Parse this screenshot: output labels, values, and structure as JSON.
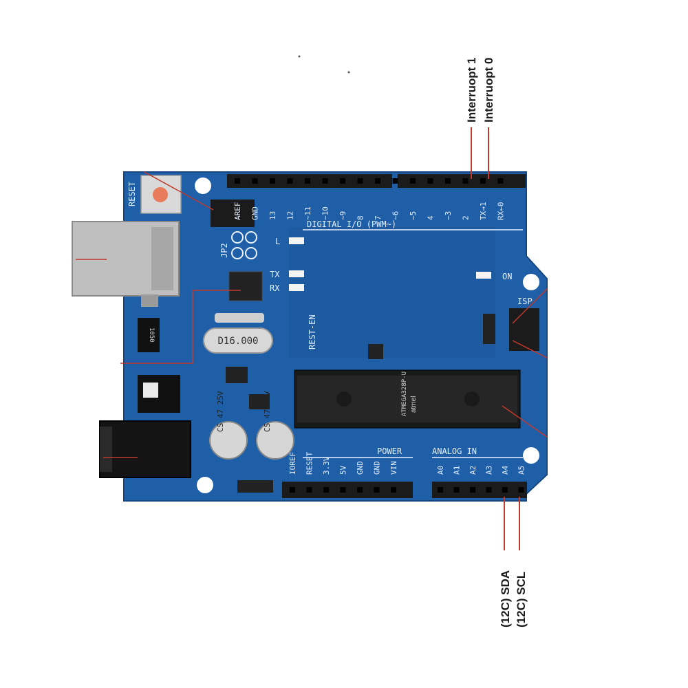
{
  "callouts": {
    "interrupt1": "Interruopt 1",
    "interrupt0": "Interruopt 0",
    "sda": "(12C) SDA",
    "scl": "(12C) SCL"
  },
  "board": {
    "reset_label": "RESET",
    "jp2_label": "JP2",
    "l_label": "L",
    "tx_label": "TX",
    "rx_label": "RX",
    "on_label": "ON",
    "isp_label": "ISP",
    "crystal_label": "D16.000",
    "regulator_label": "1050",
    "reset_en_label": "REST-EN",
    "digital_header_label": "DIGITAL I/O (PWM~)",
    "power_label": "POWER",
    "analog_label": "ANALOG IN",
    "capacitor_label_1": "CS 47 25V",
    "capacitor_label_2": "CS 47 25V",
    "chip_brand": "atmel",
    "chip_text": "ATMEGA328P-U"
  },
  "digital_pins": [
    "AREF",
    "GND",
    "13",
    "12",
    "~11",
    "~10",
    "~9",
    "8",
    "7",
    "~6",
    "~5",
    "4",
    "~3",
    "2",
    "TX→1",
    "RX←0"
  ],
  "power_pins": [
    "IOREF",
    "RESET",
    "3.3V",
    "5V",
    "GND",
    "GND",
    "VIN"
  ],
  "analog_pins": [
    "A0",
    "A1",
    "A2",
    "A3",
    "A4",
    "A5"
  ],
  "colors": {
    "pcb": "#1f5fa8",
    "pcb_dark": "#184f8e",
    "callout_line": "#c0392b",
    "header": "#1b1b1b"
  }
}
